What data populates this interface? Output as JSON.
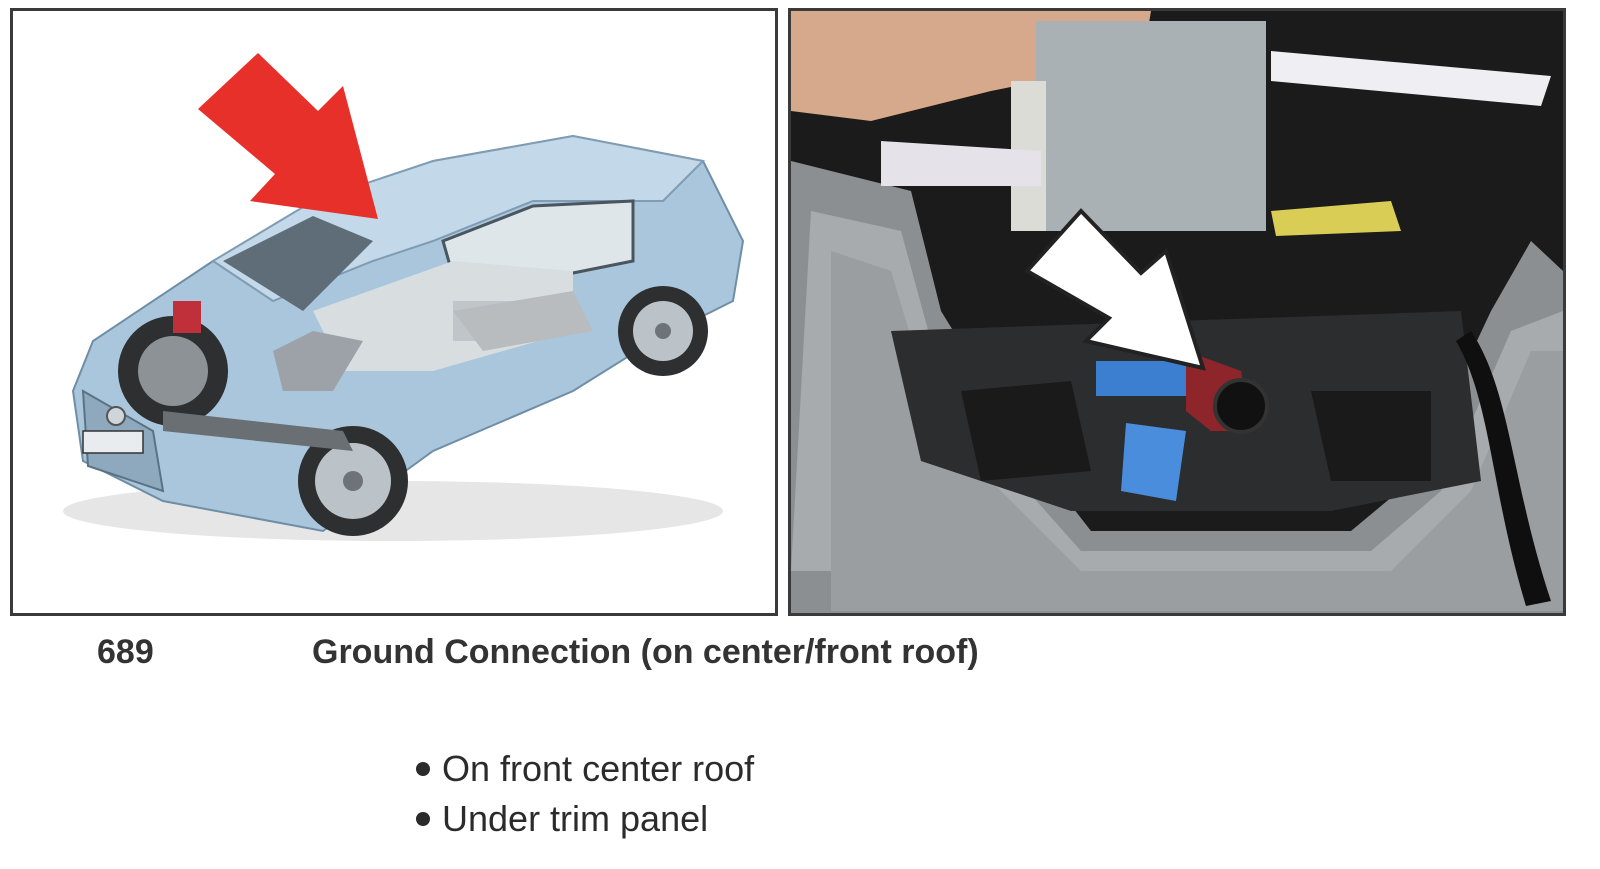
{
  "figure": {
    "number": "689",
    "title": "Ground Connection (on center/front roof)"
  },
  "illustration_left": {
    "description_icon": "car-cutaway-illustration",
    "arrow_color": "#e8302a",
    "car_color": "#a9c6dc"
  },
  "photo_right": {
    "description_icon": "roof-console-photo",
    "arrow_color": "#ffffff",
    "connector_color": "#3c7fd0"
  },
  "bullets": [
    {
      "text": "On front center roof"
    },
    {
      "text": "Under trim panel"
    }
  ]
}
